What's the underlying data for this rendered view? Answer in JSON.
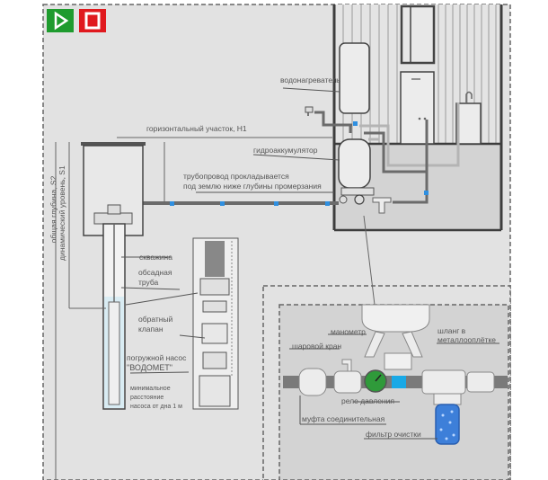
{
  "controls": {
    "play_icon": "play-icon",
    "stop_icon": "stop-icon",
    "play_color": "#1e9b2e",
    "stop_color": "#e0191e"
  },
  "labels": {
    "horizontal_section": "горизонтальный участок, H1",
    "water_heater": "водонагреватель",
    "hydro_accumulator": "гидроаккумулятор",
    "pipeline_line1": "трубопровод прокладывается",
    "pipeline_line2": "под землю ниже глубины промерзания",
    "total_depth": "общая глубина, S2",
    "dynamic_level": "динамический уровень, S1",
    "borehole": "скважина",
    "casing_line1": "обсадная",
    "casing_line2": "труба",
    "check_valve_line1": "обратный",
    "check_valve_line2": "клапан",
    "pump_line1": "погружной насос",
    "pump_line2": "\"ВОДОМЕТ\"",
    "min_dist_line1": "минимальное",
    "min_dist_line2": "расстояние",
    "min_dist_line3": "насоса от дна 1 м",
    "manometer": "манометр",
    "ball_valve": "шаровой кран",
    "hose_line1": "шланг в",
    "hose_line2": "металлооплётке",
    "pressure_relay": "реле давления",
    "coupling": "муфта соединительная",
    "filter": "фильтр очистки"
  },
  "colors": {
    "pipe_blue": "#2f8fe0",
    "pipe_dark": "#6b6b6b",
    "pipe_light": "#b4b4b4",
    "manometer_green": "#2f9a3a",
    "relay_blue": "#19a9e6",
    "filter_blue": "#3d7fd9"
  }
}
